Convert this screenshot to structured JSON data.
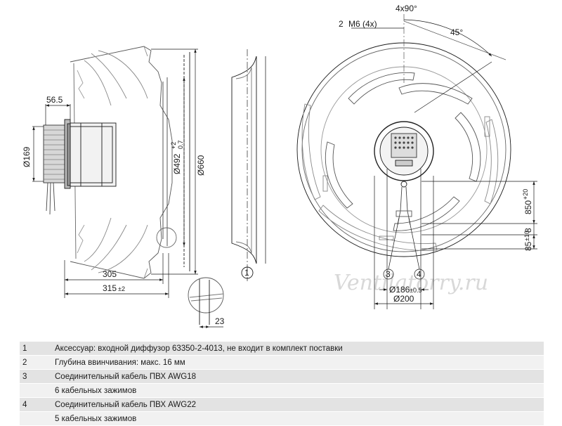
{
  "drawing": {
    "side_view": {
      "dim_56_5": "56.5",
      "dim_169": "Ø169",
      "dim_492": "Ø492",
      "dim_492_tol_upper": "+2",
      "dim_492_tol_lower": "0.7",
      "dim_660": "Ø660",
      "dim_305": "305",
      "dim_315": "315",
      "dim_315_tol": "±2",
      "dim_23": "23",
      "callout_1": "1"
    },
    "front_view": {
      "angle_4x90": "4x90°",
      "callout_2": "2",
      "thread_label": "M6 (4x)",
      "angle_45": "45°",
      "dim_850": "850",
      "dim_850_tol": "+20",
      "dim_8": "8",
      "dim_85": "85",
      "dim_85_tol": "±10",
      "callout_3": "3",
      "callout_4": "4",
      "dim_186": "Ø186",
      "dim_186_tol": "±0.5",
      "dim_200": "Ø200"
    },
    "watermark": "Ventilatorry.ru"
  },
  "legend": [
    {
      "num": "1",
      "text": "Аксессуар: входной диффузор 63350-2-4013, не входит в комплект поставки"
    },
    {
      "num": "2",
      "text": "Глубина ввинчивания: макс. 16 мм"
    },
    {
      "num": "3",
      "text": "Соединительный кабель ПВХ AWG18"
    },
    {
      "num": "",
      "text": "6 кабельных зажимов"
    },
    {
      "num": "4",
      "text": "Соединительный кабель ПВХ AWG22"
    },
    {
      "num": "",
      "text": "5 кабельных зажимов"
    }
  ]
}
